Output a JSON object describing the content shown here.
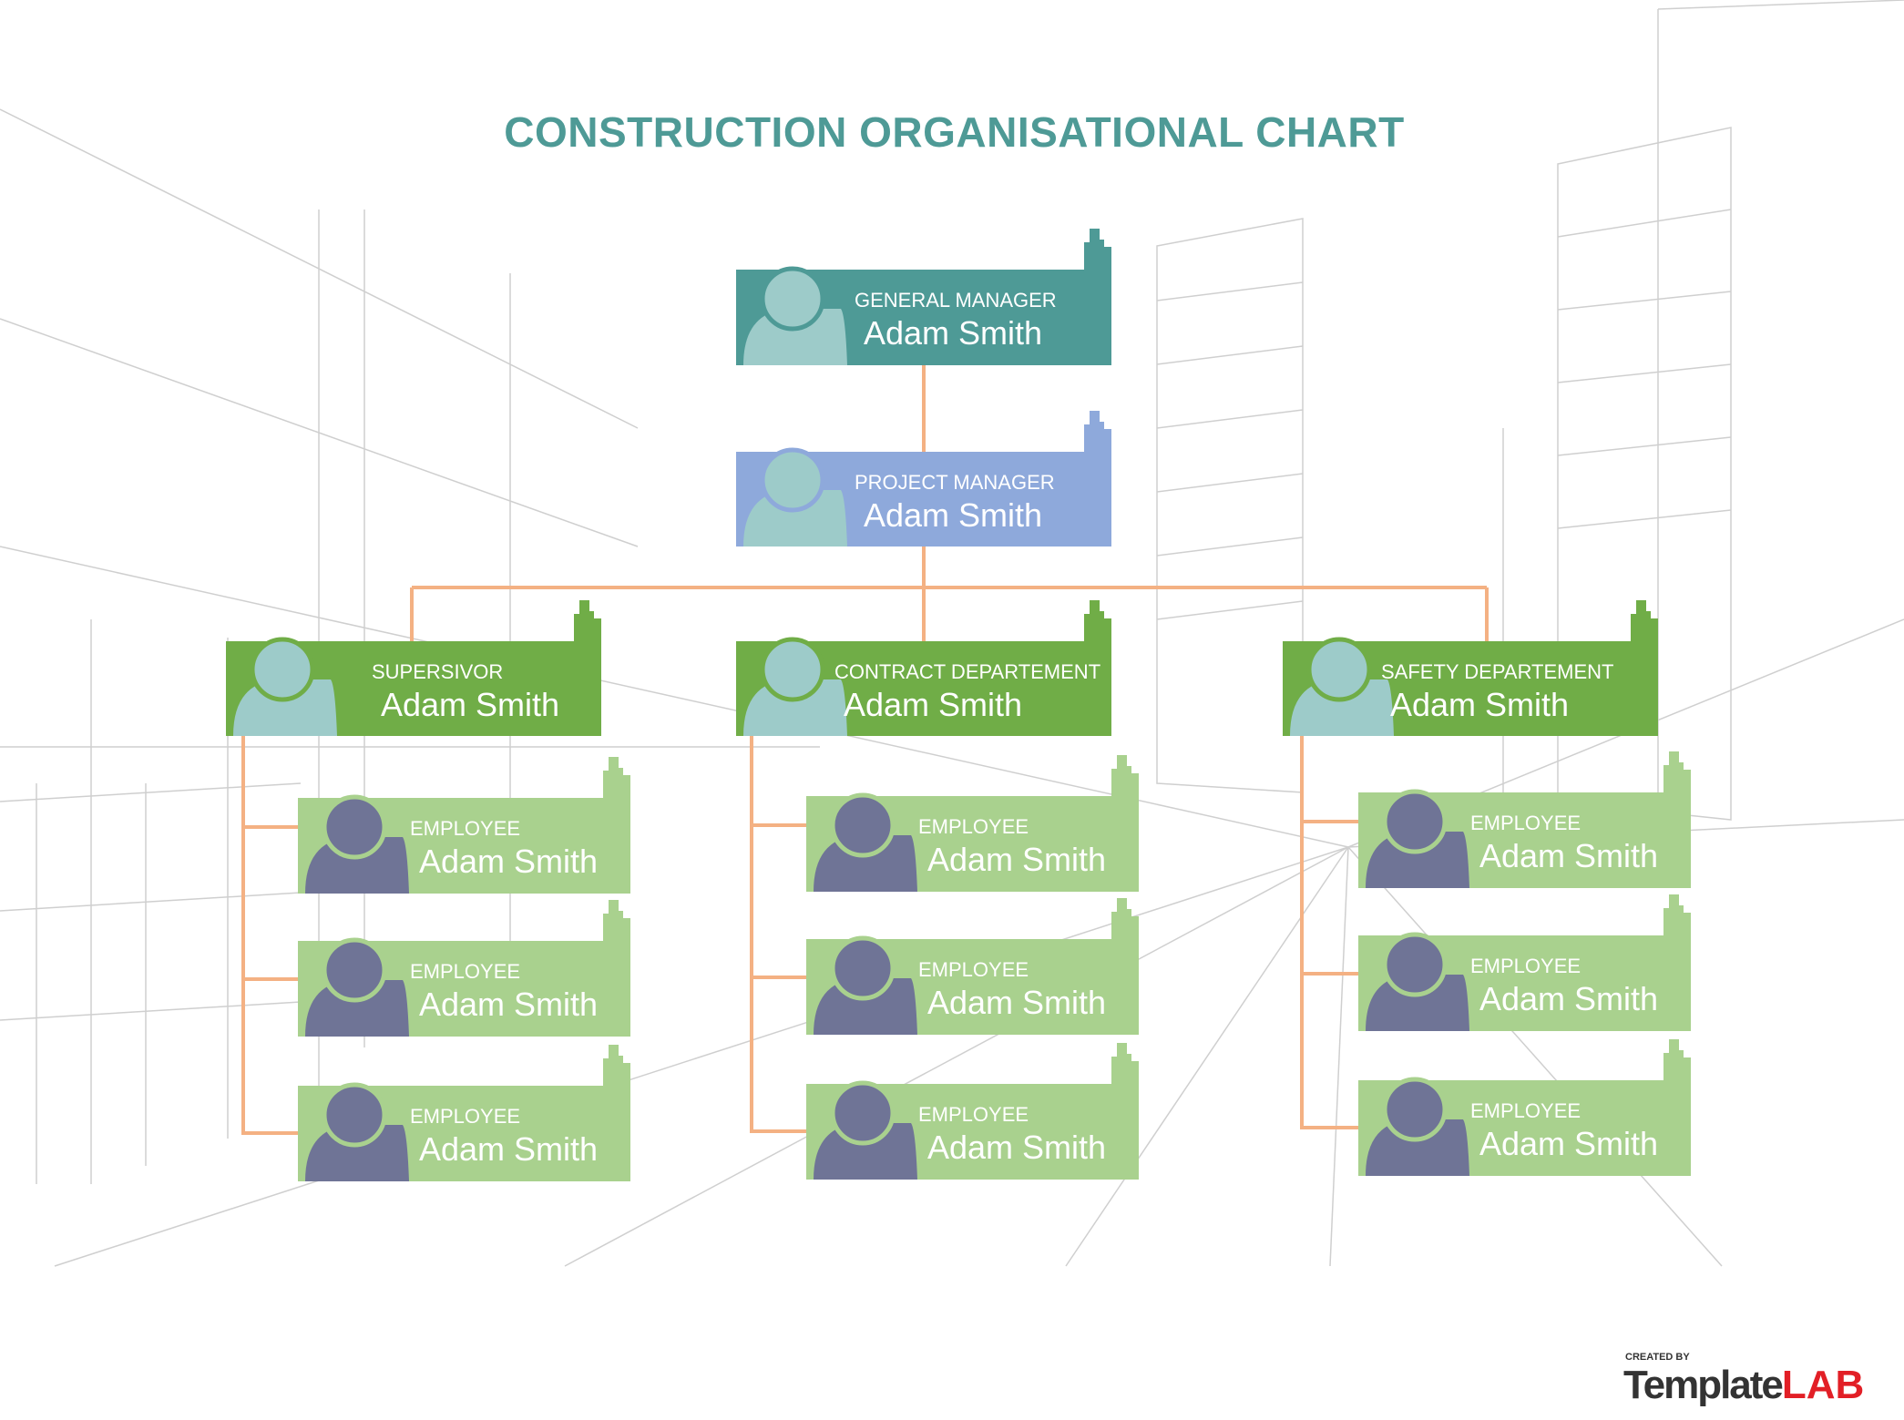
{
  "title": "CONSTRUCTION ORGANISATIONAL CHART",
  "colors": {
    "title": "#4E9A96",
    "general_manager": "#4E9A96",
    "project_manager": "#8EA9DB",
    "department": "#70AD47",
    "employee": "#A9D18E",
    "manager_avatar": "#9DCBC9",
    "employee_avatar": "#6F7496",
    "connector": "#F4B183"
  },
  "general_manager": {
    "role": "GENERAL MANAGER",
    "name": "Adam Smith"
  },
  "project_manager": {
    "role": "PROJECT MANAGER",
    "name": "Adam Smith"
  },
  "departments": [
    {
      "role": "SUPERSIVOR",
      "name": "Adam Smith",
      "employees": [
        {
          "role": "EMPLOYEE",
          "name": "Adam Smith"
        },
        {
          "role": "EMPLOYEE",
          "name": "Adam Smith"
        },
        {
          "role": "EMPLOYEE",
          "name": "Adam Smith"
        }
      ]
    },
    {
      "role": "CONTRACT DEPARTEMENT",
      "name": "Adam Smith",
      "employees": [
        {
          "role": "EMPLOYEE",
          "name": "Adam Smith"
        },
        {
          "role": "EMPLOYEE",
          "name": "Adam Smith"
        },
        {
          "role": "EMPLOYEE",
          "name": "Adam Smith"
        }
      ]
    },
    {
      "role": "SAFETY DEPARTEMENT",
      "name": "Adam Smith",
      "employees": [
        {
          "role": "EMPLOYEE",
          "name": "Adam Smith"
        },
        {
          "role": "EMPLOYEE",
          "name": "Adam Smith"
        },
        {
          "role": "EMPLOYEE",
          "name": "Adam Smith"
        }
      ]
    }
  ],
  "logo": {
    "created_by": "CREATED BY",
    "template": "Template",
    "lab": "LAB"
  }
}
